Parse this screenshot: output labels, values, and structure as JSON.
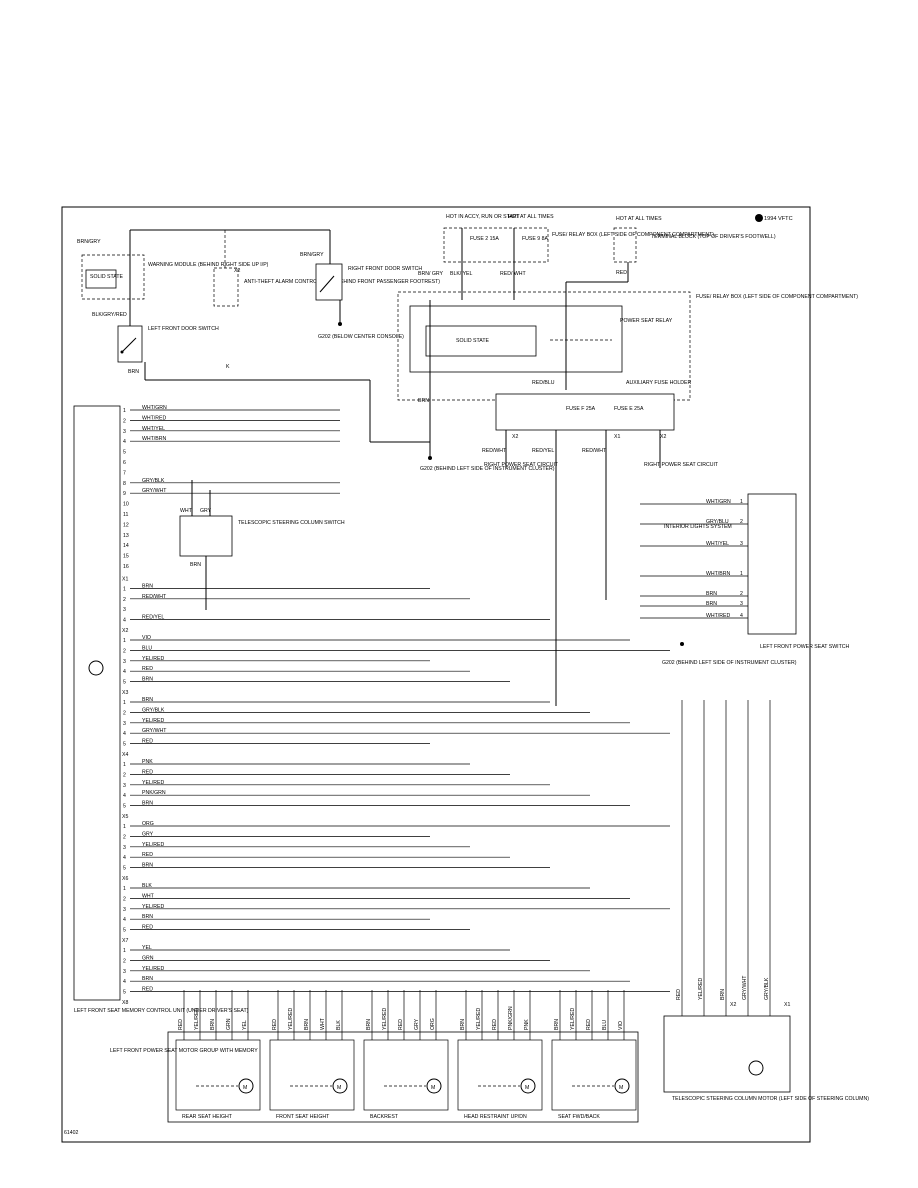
{
  "copyright": "1994 VFTC",
  "figure_number": "61402",
  "blocks": {
    "warning_module": "WARNING MODULE (BEHIND RIGHT SIDE UP I/P)",
    "solid_state": "SOLID STATE",
    "antitheft": "ANTI-THEFT ALARM CONTROL UNIT (BEHIND FRONT PASSENGER FOOTREST)",
    "right_door_switch": "RIGHT FRONT DOOR SWITCH",
    "left_door_switch": "LEFT FRONT DOOR SWITCH",
    "g202_center": "G202 (BELOW CENTER CONSOLE)",
    "hot_accy": "HOT IN ACCY, RUN OR START",
    "hot_all": "HOT AT ALL TIMES",
    "fuse2": "FUSE 2 15A",
    "fuse9": "FUSE 9 8A",
    "fuse_box": "FUSE/ RELAY BOX (LEFT SIDE OF COMPONENT COMPARTMENT)",
    "hot_all2": "HOT AT ALL TIMES",
    "terminal_block": "TERMINAL BLOCK (TOP OF DRIVER'S FOOTWELL)",
    "fuse_relay_box2": "FUSE/ RELAY BOX (LEFT SIDE OF COMPONENT COMPARTMENT)",
    "solid_state2": "SOLID STATE",
    "power_seat_relay": "POWER SEAT RELAY",
    "aux_fuse_holder": "AUXILIARY FUSE HOLDER",
    "fuse_f": "FUSE F 25A",
    "fuse_e": "FUSE E 25A",
    "g202_left": "G202 (BEHIND LEFT SIDE OF INSTRUMENT CLUSTER)",
    "right_power_seat": "RIGHT POWER SEAT CIRCUIT",
    "telescopic_switch": "TELESCOPIC STEERING COLUMN SWITCH",
    "interior_lights": "INTERIOR LIGHTS SYSTEM",
    "left_seat_switch": "LEFT FRONT POWER SEAT SWITCH",
    "g202_left2": "G202 (BEHIND LEFT SIDE OF INSTRUMENT CLUSTER)",
    "memory_unit": "LEFT FRONT SEAT MEMORY CONTROL UNIT (UNDER DRIVER'S SEAT)",
    "motor_group": "LEFT FRONT POWER SEAT MOTOR GROUP WITH MEMORY",
    "telescopic_motor": "TELESCOPIC STEERING COLUMN MOTOR (LEFT SIDE OF STEERING COLUMN)"
  },
  "wire_labels": {
    "brn_gry": "BRN/GRY",
    "blk_gry_red": "BLK/GRY/RED",
    "brn": "BRN",
    "k": "K",
    "brn_gry2": "BRN/ GRY",
    "blk_yel": "BLK/ YEL",
    "red_wht": "RED/ WHT",
    "red": "RED",
    "red_blu": "RED/BLU",
    "red_yel": "RED/YEL",
    "red_wht2": "RED/WHT",
    "wht": "WHT",
    "gry": "GRY"
  },
  "connectors": {
    "x1": "X1",
    "x2": "X2",
    "x3": "X3",
    "x4": "X4",
    "x5": "X5",
    "x6": "X6",
    "x7": "X7",
    "x8": "X8"
  },
  "memory_pins_a": [
    {
      "pin": "1",
      "wire": "WHT/GRN"
    },
    {
      "pin": "2",
      "wire": "WHT/RED"
    },
    {
      "pin": "3",
      "wire": "WHT/YEL"
    },
    {
      "pin": "4",
      "wire": "WHT/BRN"
    },
    {
      "pin": "5",
      "wire": ""
    },
    {
      "pin": "6",
      "wire": ""
    },
    {
      "pin": "7",
      "wire": ""
    },
    {
      "pin": "8",
      "wire": "GRY/BLK"
    },
    {
      "pin": "9",
      "wire": "GRY/WHT"
    },
    {
      "pin": "10",
      "wire": ""
    },
    {
      "pin": "11",
      "wire": ""
    },
    {
      "pin": "12",
      "wire": ""
    },
    {
      "pin": "13",
      "wire": ""
    },
    {
      "pin": "14",
      "wire": ""
    },
    {
      "pin": "15",
      "wire": ""
    },
    {
      "pin": "16",
      "wire": ""
    }
  ],
  "memory_groups": [
    {
      "conn": "X1",
      "pins": [
        {
          "pin": "1",
          "wire": "BRN"
        },
        {
          "pin": "2",
          "wire": "RED/WHT"
        },
        {
          "pin": "3",
          "wire": ""
        },
        {
          "pin": "4",
          "wire": "RED/YEL"
        }
      ]
    },
    {
      "conn": "X2",
      "pins": [
        {
          "pin": "1",
          "wire": "VIO"
        },
        {
          "pin": "2",
          "wire": "BLU"
        },
        {
          "pin": "3",
          "wire": "YEL/RED"
        },
        {
          "pin": "4",
          "wire": "RED"
        },
        {
          "pin": "5",
          "wire": "BRN"
        }
      ]
    },
    {
      "conn": "X3",
      "pins": [
        {
          "pin": "1",
          "wire": "BRN"
        },
        {
          "pin": "2",
          "wire": "GRY/BLK"
        },
        {
          "pin": "3",
          "wire": "YEL/RED"
        },
        {
          "pin": "4",
          "wire": "GRY/WHT"
        },
        {
          "pin": "5",
          "wire": "RED"
        }
      ]
    },
    {
      "conn": "X4",
      "pins": [
        {
          "pin": "1",
          "wire": "PNK"
        },
        {
          "pin": "2",
          "wire": "RED"
        },
        {
          "pin": "3",
          "wire": "YEL/RED"
        },
        {
          "pin": "4",
          "wire": "PNK/GRN"
        },
        {
          "pin": "5",
          "wire": "BRN"
        }
      ]
    },
    {
      "conn": "X5",
      "pins": [
        {
          "pin": "1",
          "wire": "ORG"
        },
        {
          "pin": "2",
          "wire": "GRY"
        },
        {
          "pin": "3",
          "wire": "YEL/RED"
        },
        {
          "pin": "4",
          "wire": "RED"
        },
        {
          "pin": "5",
          "wire": "BRN"
        }
      ]
    },
    {
      "conn": "X6",
      "pins": [
        {
          "pin": "1",
          "wire": "BLK"
        },
        {
          "pin": "2",
          "wire": "WHT"
        },
        {
          "pin": "3",
          "wire": "YEL/RED"
        },
        {
          "pin": "4",
          "wire": "BRN"
        },
        {
          "pin": "5",
          "wire": "RED"
        }
      ]
    },
    {
      "conn": "X7",
      "pins": [
        {
          "pin": "1",
          "wire": "YEL"
        },
        {
          "pin": "2",
          "wire": "GRN"
        },
        {
          "pin": "3",
          "wire": "YEL/RED"
        },
        {
          "pin": "4",
          "wire": "BRN"
        },
        {
          "pin": "5",
          "wire": "RED"
        }
      ]
    },
    {
      "conn": "X8",
      "pins": []
    }
  ],
  "switch_pins": [
    {
      "pin": "1",
      "wire": "WHT/GRN"
    },
    {
      "pin": "2",
      "wire": "GRY/BLU"
    },
    {
      "pin": "3",
      "wire": "WHT/YEL"
    },
    {
      "pin": "1",
      "wire": "WHT/BRN"
    },
    {
      "pin": "2",
      "wire": "BRN"
    },
    {
      "pin": "3",
      "wire": "BRN"
    },
    {
      "pin": "4",
      "wire": "WHT/RED"
    }
  ],
  "motors": [
    {
      "name": "REAR SEAT HEIGHT",
      "wires": [
        "RED",
        "YEL/RED",
        "BRN",
        "GRN",
        "YEL"
      ]
    },
    {
      "name": "FRONT SEAT HEIGHT",
      "wires": [
        "RED",
        "YEL/RED",
        "BRN",
        "WHT",
        "BLK"
      ]
    },
    {
      "name": "BACKREST",
      "wires": [
        "BRN",
        "YEL/RED",
        "RED",
        "GRY",
        "ORG"
      ]
    },
    {
      "name": "HEAD RESTRAINT UP/DN",
      "wires": [
        "BRN",
        "YEL/RED",
        "RED",
        "PNK/GRN",
        "PNK"
      ]
    },
    {
      "name": "SEAT FWD/BACK",
      "wires": [
        "BRN",
        "YEL/RED",
        "RED",
        "BLU",
        "VIO"
      ]
    }
  ],
  "telescopic_motor_wires": [
    "RED",
    "YEL/RED",
    "BRN",
    "GRY/WHT",
    "GRY/BLK"
  ]
}
